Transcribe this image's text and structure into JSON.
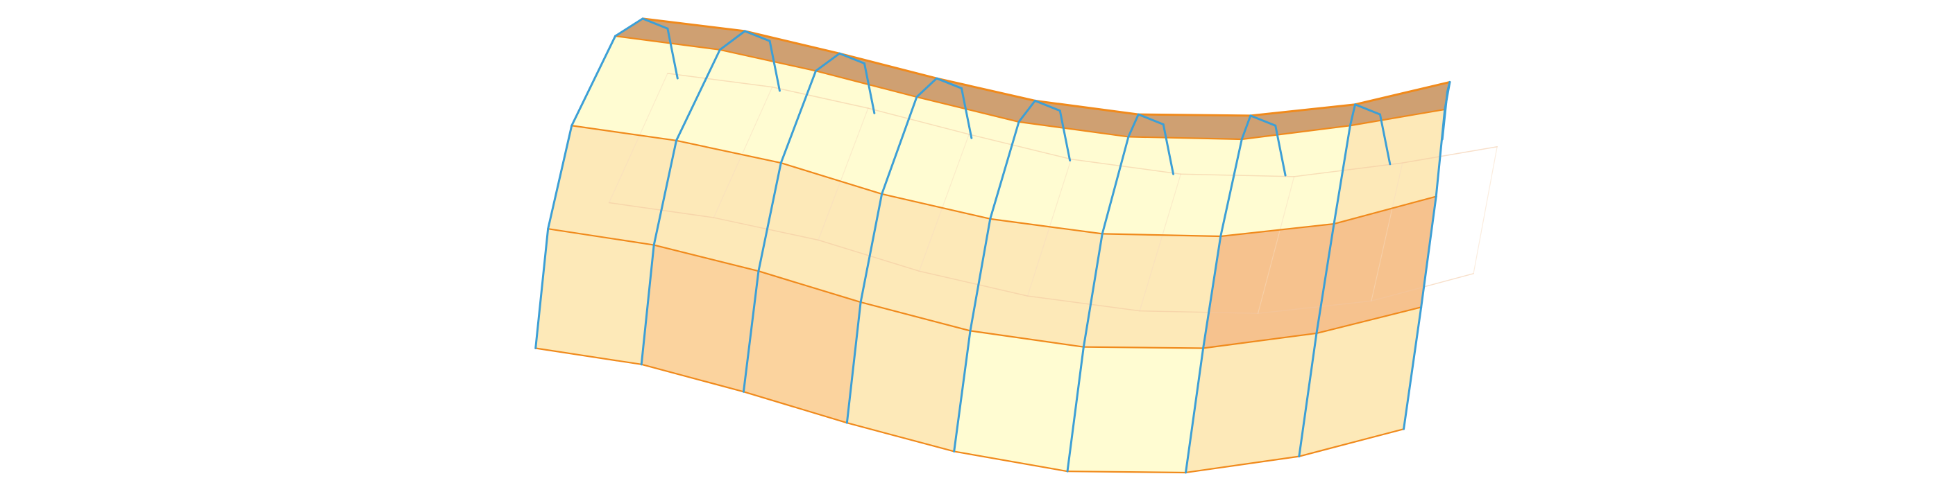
{
  "scene": {
    "background": "#ffffff",
    "model": "curved-panel-with-ribs",
    "faces": {
      "light": "#fffcd2",
      "medium": "#fde9b8",
      "dark": "#fbd39e",
      "accent": "#f6c28e",
      "top_band": "#cfa072"
    },
    "edge_colors": {
      "horizontal": "#f08a1c",
      "vertical": "#3c9fd6"
    },
    "rib_count": 9,
    "row_count": 4
  }
}
